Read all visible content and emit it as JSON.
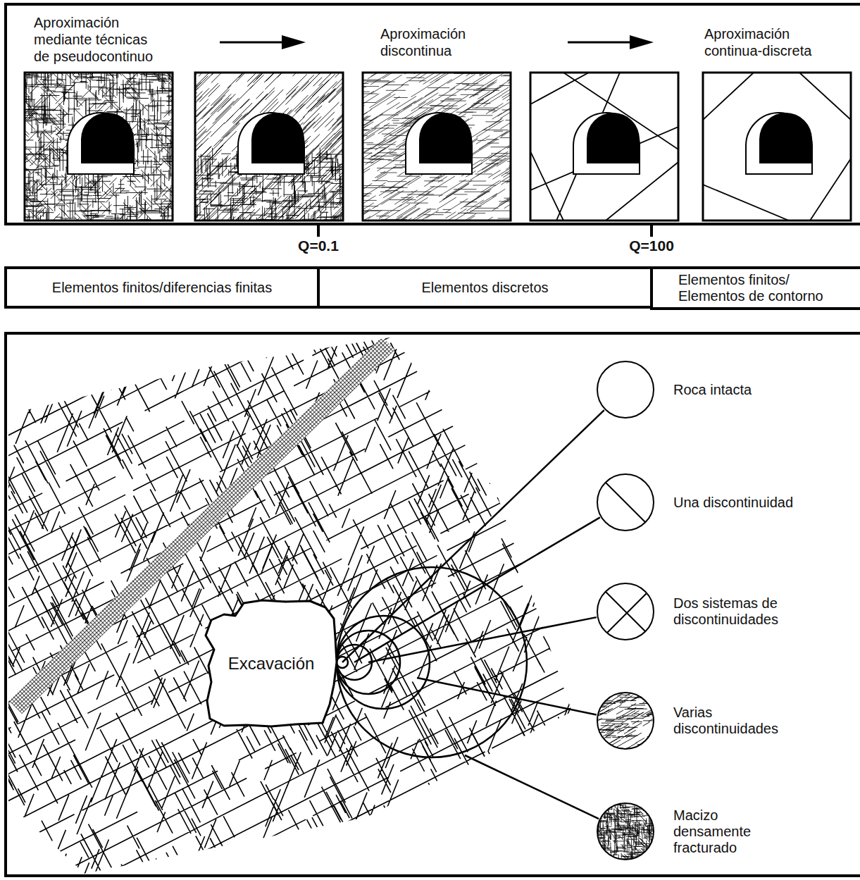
{
  "diagram": {
    "nodes": [
      {
        "text": [
          "Elementos finitos/diferencias finitas"
        ]
      },
      {
        "text": [
          "Elementos discretos"
        ]
      },
      {
        "text": [
          "Elementos finitos/ Elementos de contorno"
        ]
      },
      {
        "text": [
          "Excavación"
        ]
      },
      {
        "text": [
          "Roca intacta"
        ]
      },
      {
        "text": [
          "Una discontinuidad"
        ]
      },
      {
        "text": [
          "Dos sistemas de discontinuidades"
        ]
      },
      {
        "text": [
          "Varias discontinuidades"
        ]
      },
      {
        "text": [
          "Macizo densamente fracturado"
        ]
      }
    ],
    "labels": [
      "Aproximación mediante técnicas de pseudocontinuo",
      "Aproximación discontinua",
      "Aproximación continua-discreta",
      "Q=0.1",
      "Q=100"
    ]
  }
}
